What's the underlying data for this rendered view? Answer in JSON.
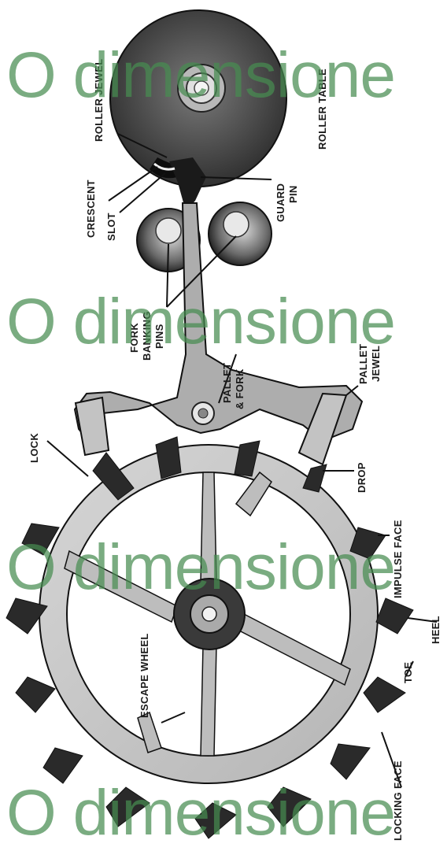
{
  "labels": {
    "roller_jewel": "ROLLER JEWEL",
    "roller_table": "ROLLER TABLE",
    "crescent": "CRESCENT",
    "slot": "SLOT",
    "guard_pin": [
      "GUARD",
      "PIN"
    ],
    "fork_banking_pins": [
      "FORK",
      "BANKING",
      "PINS"
    ],
    "pallet_fork": [
      "PALLET",
      "& FORK"
    ],
    "pallet_jewel": [
      "PALLET",
      "JEWEL"
    ],
    "lock": "LOCK",
    "drop": "DROP",
    "impulse_face": "IMPULSE FACE",
    "escape_wheel": "ESCAPE WHEEL",
    "toe": "TOE",
    "heel": "HEEL",
    "locking_face": "LOCKING FACE"
  },
  "watermark": "O dimensione",
  "colors": {
    "ink": "#1a1a1a",
    "metal": "#c9c9c9",
    "dark_metal": "#3a3a3a",
    "watermark": "#468c50"
  }
}
